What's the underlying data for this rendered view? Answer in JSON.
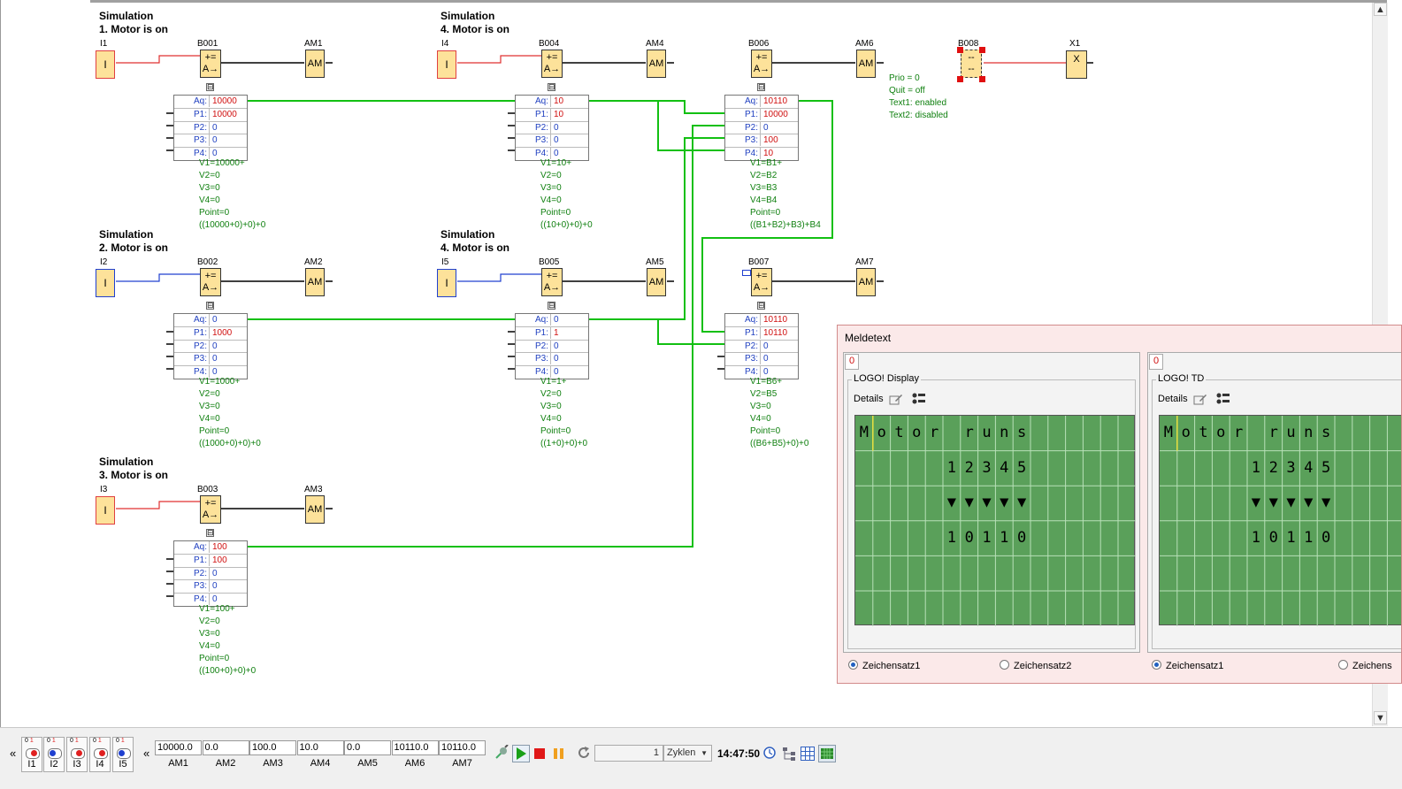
{
  "sections": {
    "s1": {
      "title": "Simulation\n1. Motor is on",
      "input": "I1",
      "block": "B001",
      "am": "AM1"
    },
    "s2": {
      "title": "Simulation\n2. Motor is on",
      "input": "I2",
      "block": "B002",
      "am": "AM2"
    },
    "s3": {
      "title": "Simulation\n3. Motor is on",
      "input": "I3",
      "block": "B003",
      "am": "AM3"
    },
    "s4": {
      "title": "Simulation\n4. Motor is on",
      "input": "I4",
      "block": "B004",
      "am": "AM4"
    },
    "s5": {
      "title": "Simulation\n4. Motor is on",
      "input": "I5",
      "block": "B005",
      "am": "AM5"
    },
    "s6": {
      "block": "B006",
      "am": "AM6"
    },
    "s7": {
      "block": "B007",
      "am": "AM7"
    },
    "s8": {
      "block": "B008",
      "out": "X1"
    }
  },
  "symbols": {
    "input": "I",
    "am": "AM",
    "block_top": "+=",
    "block_bot": "A→",
    "x": "X",
    "minus": "⊟"
  },
  "tables": {
    "B001": {
      "Aq": "10000",
      "P1": "10000",
      "P2": "0",
      "P3": "0",
      "P4": "0",
      "vars": "V1=10000+\nV2=0\nV3=0\nV4=0\nPoint=0\n((10000+0)+0)+0"
    },
    "B004": {
      "Aq": "10",
      "P1": "10",
      "P2": "0",
      "P3": "0",
      "P4": "0",
      "vars": "V1=10+\nV2=0\nV3=0\nV4=0\nPoint=0\n((10+0)+0)+0"
    },
    "B006": {
      "Aq": "10110",
      "P1": "10000",
      "P2": "0",
      "P3": "100",
      "P4": "10",
      "vars": "V1=B1+\nV2=B2\nV3=B3\nV4=B4\nPoint=0\n((B1+B2)+B3)+B4"
    },
    "B002": {
      "Aq": "0",
      "P1": "1000",
      "P2": "0",
      "P3": "0",
      "P4": "0",
      "vars": "V1=1000+\nV2=0\nV3=0\nV4=0\nPoint=0\n((1000+0)+0)+0"
    },
    "B005": {
      "Aq": "0",
      "P1": "1",
      "P2": "0",
      "P3": "0",
      "P4": "0",
      "vars": "V1=1+\nV2=0\nV3=0\nV4=0\nPoint=0\n((1+0)+0)+0"
    },
    "B007": {
      "Aq": "10110",
      "P1": "10110",
      "P2": "0",
      "P3": "0",
      "P4": "0",
      "vars": "V1=B6+\nV2=B5\nV3=0\nV4=0\nPoint=0\n((B6+B5)+0)+0"
    },
    "B003": {
      "Aq": "100",
      "P1": "100",
      "P2": "0",
      "P3": "0",
      "P4": "0",
      "vars": "V1=100+\nV2=0\nV3=0\nV4=0\nPoint=0\n((100+0)+0)+0"
    }
  },
  "param_labels": {
    "Aq": "Aq:",
    "P1": "P1:",
    "P2": "P2:",
    "P3": "P3:",
    "P4": "P4:"
  },
  "b008_info": "Prio = 0\nQuit = off\nText1: enabled\nText2: disabled",
  "meldetext": {
    "title": "Meldetext",
    "tab": "0",
    "details": "Details",
    "left": {
      "group": "LOGO! Display",
      "radio1": "Zeichensatz1",
      "radio2": "Zeichensatz2"
    },
    "right": {
      "group": "LOGO! TD",
      "radio1": "Zeichensatz1",
      "radio2": "Zeichens"
    },
    "lcd_lines": [
      "Motor runs",
      "12345",
      "▼▼▼▼▼",
      "10110"
    ]
  },
  "toolbar": {
    "collapse_left": "«",
    "collapse_mid": "«",
    "switch_off": "0",
    "switch_on": "1",
    "inputs": [
      {
        "name": "I1",
        "state": "on"
      },
      {
        "name": "I2",
        "state": "off"
      },
      {
        "name": "I3",
        "state": "on"
      },
      {
        "name": "I4",
        "state": "on"
      },
      {
        "name": "I5",
        "state": "off"
      }
    ],
    "am_values": [
      {
        "name": "AM1",
        "value": "10000.0"
      },
      {
        "name": "AM2",
        "value": "0.0"
      },
      {
        "name": "AM3",
        "value": "100.0"
      },
      {
        "name": "AM4",
        "value": "10.0"
      },
      {
        "name": "AM5",
        "value": "0.0"
      },
      {
        "name": "AM6",
        "value": "10110.0"
      },
      {
        "name": "AM7",
        "value": "10110.0"
      }
    ],
    "cycles_value": "1",
    "cycles_unit": "Zyklen",
    "time": "14:47:50"
  },
  "colors": {
    "block_fill": "#fde29a",
    "wire_green": "#12c012",
    "wire_red": "#e03030",
    "wire_blue": "#2040d0",
    "lcd_green": "#5aa05a"
  }
}
